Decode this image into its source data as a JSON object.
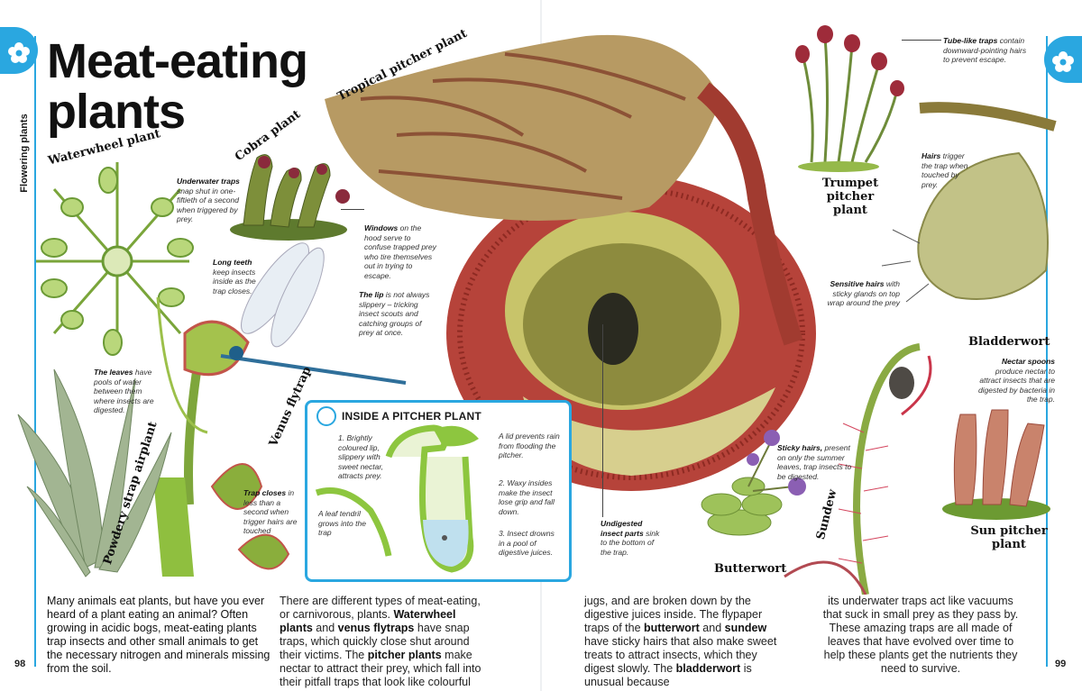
{
  "page": {
    "title_line1": "Meat-eating",
    "title_line2": "plants",
    "section_tab": "Flowering plants",
    "page_left": "98",
    "page_right": "99"
  },
  "colors": {
    "accent": "#2aa7e0",
    "pitcher_red": "#b23a2e",
    "leaf_green": "#8dc63f"
  },
  "labels": {
    "waterwheel": "Waterwheel plant",
    "cobra": "Cobra plant",
    "tropical": "Tropical pitcher plant",
    "venus": "Venus flytrap",
    "airplant": "Powdery strap airplant",
    "trumpet": "Trumpet pitcher plant",
    "bladderwort": "Bladderwort",
    "butterwort": "Butterwort",
    "sundew": "Sundew",
    "sunpitcher": "Sun pitcher plant"
  },
  "notes": {
    "underwater_b": "Underwater traps",
    "underwater": "snap shut in one-fiftieth of a second when triggered by prey.",
    "windows_b": "Windows",
    "windows": "on the hood serve to confuse trapped prey who tire themselves out in trying to escape.",
    "teeth_b": "Long teeth",
    "teeth": "keep insects inside as the trap closes.",
    "lip_b": "The lip",
    "lip": "is not always slippery – tricking insect scouts and catching groups of prey at once.",
    "leaves_b": "The leaves",
    "leaves": "have pools of water between them where insects are digested.",
    "trapcloses_b": "Trap closes",
    "trapcloses": "in less than a second when trigger hairs are touched",
    "undigested_b": "Undigested insect parts",
    "undigested": "sink to the bottom of the trap.",
    "tube_b": "Tube-like traps",
    "tube": "contain downward-pointing hairs to prevent escape.",
    "hairs_b": "Hairs",
    "hairs": "trigger the trap when touched by prey.",
    "sensitive_b": "Sensitive hairs",
    "sensitive": "with sticky glands on top wrap around the prey",
    "nectar_b": "Nectar spoons",
    "nectar": "produce nectar to attract insects that are digested by bacteria in the trap.",
    "sticky_b": "Sticky hairs,",
    "sticky": "present on only the summer leaves, trap insects to be digested."
  },
  "inside": {
    "heading": "INSIDE A PITCHER PLANT",
    "step1": "1. Brightly coloured lip, slippery with sweet nectar, attracts prey.",
    "lid": "A lid prevents rain from flooding the pitcher.",
    "step2": "2. Waxy insides make the insect lose grip and fall down.",
    "tendril": "A leaf tendril grows into the trap",
    "step3": "3. Insect drowns in a pool of digestive juices."
  },
  "body": {
    "intro": "Many animals eat plants, but have you ever heard of a plant eating an animal? Often growing in acidic bogs, meat-eating plants trap insects and other small animals to get the necessary nitrogen and minerals missing from the soil.",
    "c2_a": "There are different types of meat-eating, or carnivorous, plants. ",
    "c2_waterwheel": "Waterwheel plants",
    "c2_and": " and ",
    "c2_venus": "venus flytraps",
    "c2_b": " have snap traps, which quickly close shut around their victims. The ",
    "c2_pitcher": "pitcher plants",
    "c2_c": " make nectar to attract their prey, which fall into their pitfall traps that look like colourful",
    "c3_a": "jugs, and are broken down by the digestive juices inside. The flypaper traps of the ",
    "c3_butterwort": "butterwort",
    "c3_and": " and ",
    "c3_sundew": "sundew",
    "c3_b": " have sticky hairs that also make sweet treats to attract insects, which they digest slowly. The ",
    "c3_bladderwort": "bladderwort",
    "c3_c": " is unusual because",
    "c4": "its underwater traps act like vacuums that suck in small prey as they pass by. These amazing traps are all made of leaves that have evolved over time to help these plants get the nutrients they need to survive."
  }
}
